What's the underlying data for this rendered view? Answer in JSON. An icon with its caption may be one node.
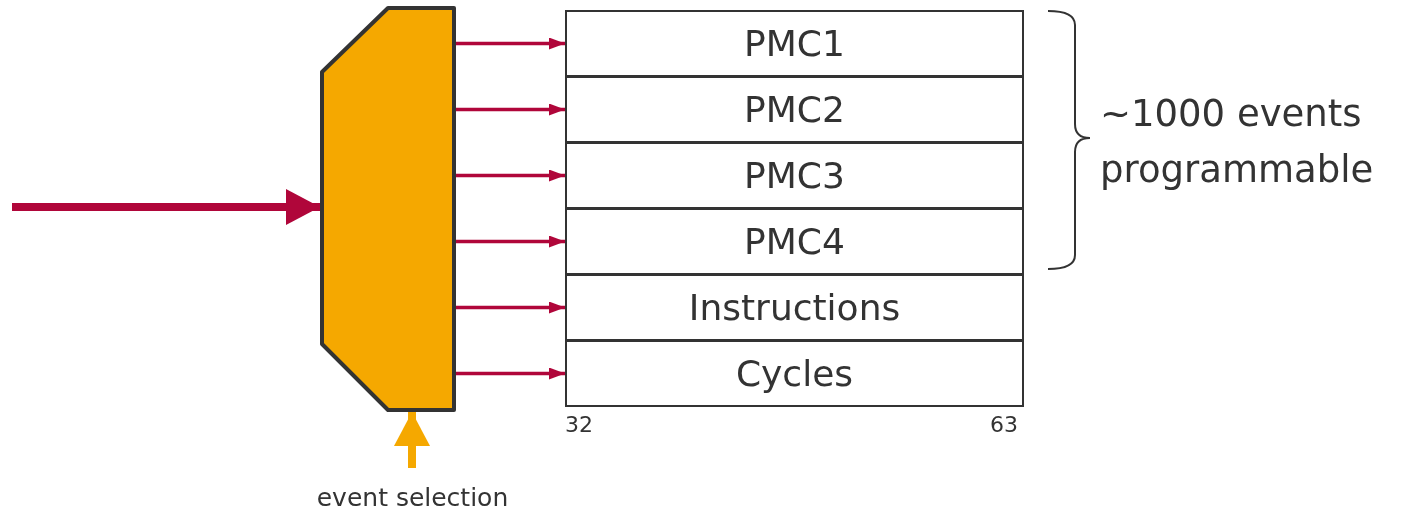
{
  "diagram": {
    "nodes": [
      {
        "text": [],
        "shape": "trapezoid"
      },
      {
        "text": [
          "PMC1"
        ]
      },
      {
        "text": [
          "PMC2"
        ]
      },
      {
        "text": [
          "PMC3"
        ]
      },
      {
        "text": [
          "PMC4"
        ]
      },
      {
        "text": [
          "Instructions"
        ]
      },
      {
        "text": [
          "Cycles"
        ]
      },
      {
        "text": [
          "event selection"
        ]
      }
    ],
    "edges": [
      {
        "from": null,
        "to": 0,
        "arrow": "to",
        "style": "thick"
      },
      {
        "from": 0,
        "to": 1,
        "arrow": "to"
      },
      {
        "from": 0,
        "to": 2,
        "arrow": "to"
      },
      {
        "from": 0,
        "to": 3,
        "arrow": "to"
      },
      {
        "from": 0,
        "to": 4,
        "arrow": "to"
      },
      {
        "from": 0,
        "to": 5,
        "arrow": "to"
      },
      {
        "from": 0,
        "to": 6,
        "arrow": "to"
      },
      {
        "from": 7,
        "to": 0,
        "arrow": "to",
        "style": "thick",
        "color": "#f5a800"
      }
    ],
    "labels": [
      "~1000 events programmable",
      "32",
      "63"
    ]
  }
}
